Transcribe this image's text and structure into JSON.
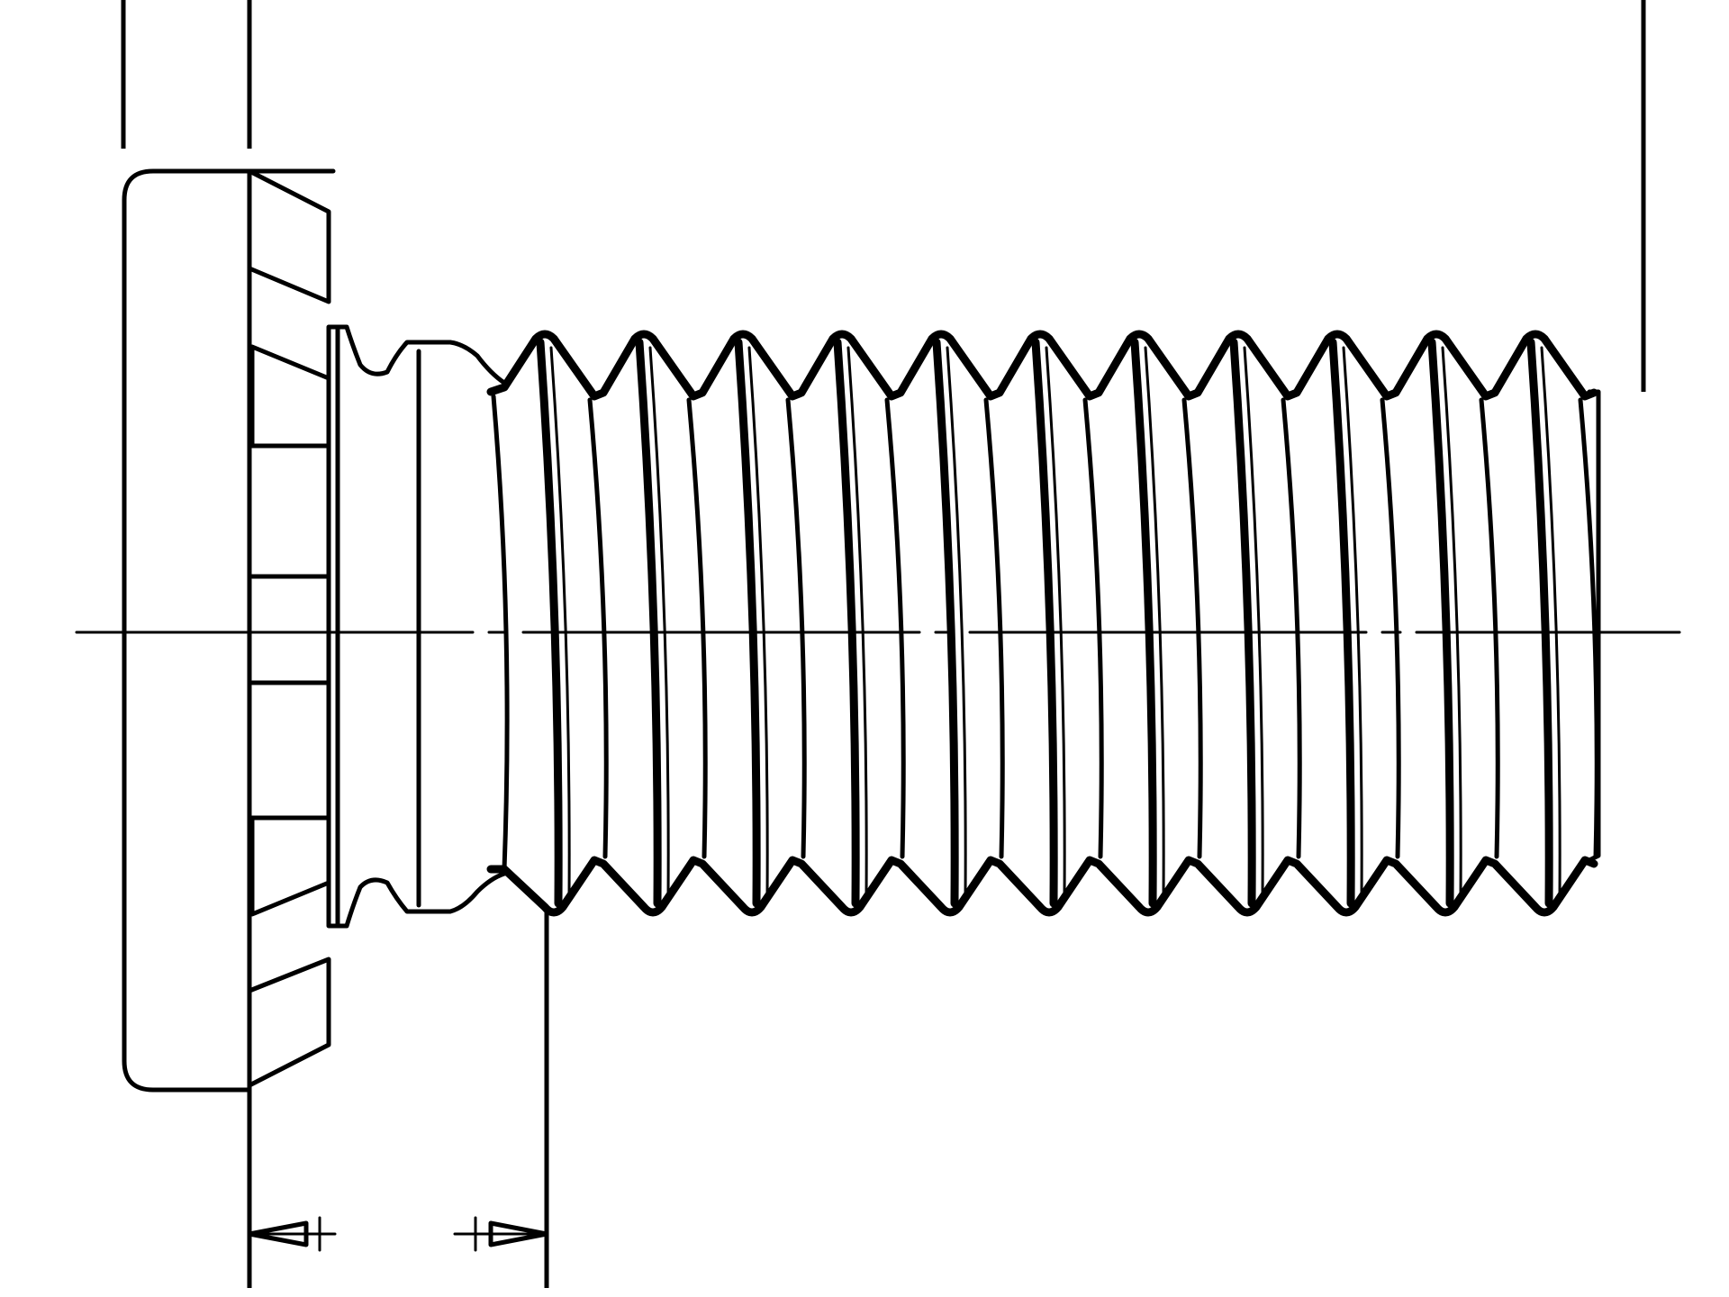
{
  "drawing": {
    "subject": "threaded-screw-with-flanged-head",
    "line_color": "#000000",
    "background_color": "#ffffff",
    "thread_crest_count": 11,
    "dimension_arrow_count": 2
  }
}
